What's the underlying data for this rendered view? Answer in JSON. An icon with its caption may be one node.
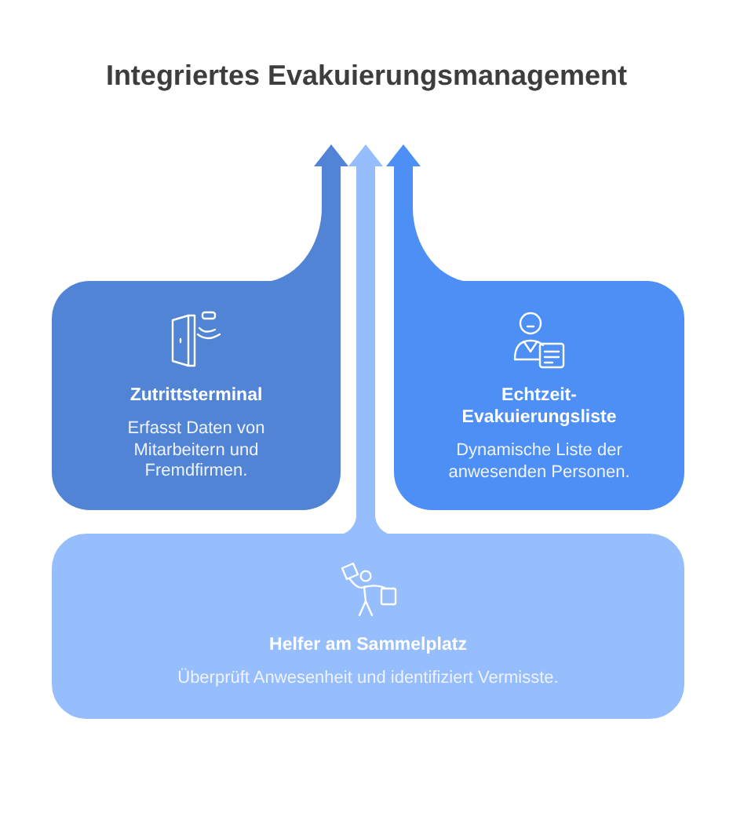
{
  "diagram": {
    "title": "Integriertes Evakuierungsmanagement",
    "nodes": [
      {
        "text": [
          "Zutrittsterminal",
          "Erfasst Daten von Mitarbeitern und Fremdfirmen."
        ]
      },
      {
        "text": [
          "Echtzeit-Evakuierungsliste",
          "Dynamische Liste der anwesenden Personen."
        ]
      },
      {
        "text": [
          "Helfer am Sammelplatz",
          "Überprüft Anwesenheit und identifiziert Vermisste."
        ]
      }
    ],
    "edges": [
      {
        "from": 0,
        "to": null,
        "arrow": "to",
        "color": "#5284d6"
      },
      {
        "from": 2,
        "to": null,
        "arrow": "to",
        "color": "#96bdfc"
      },
      {
        "from": 1,
        "to": null,
        "arrow": "to",
        "color": "#4e8ff5"
      }
    ]
  }
}
